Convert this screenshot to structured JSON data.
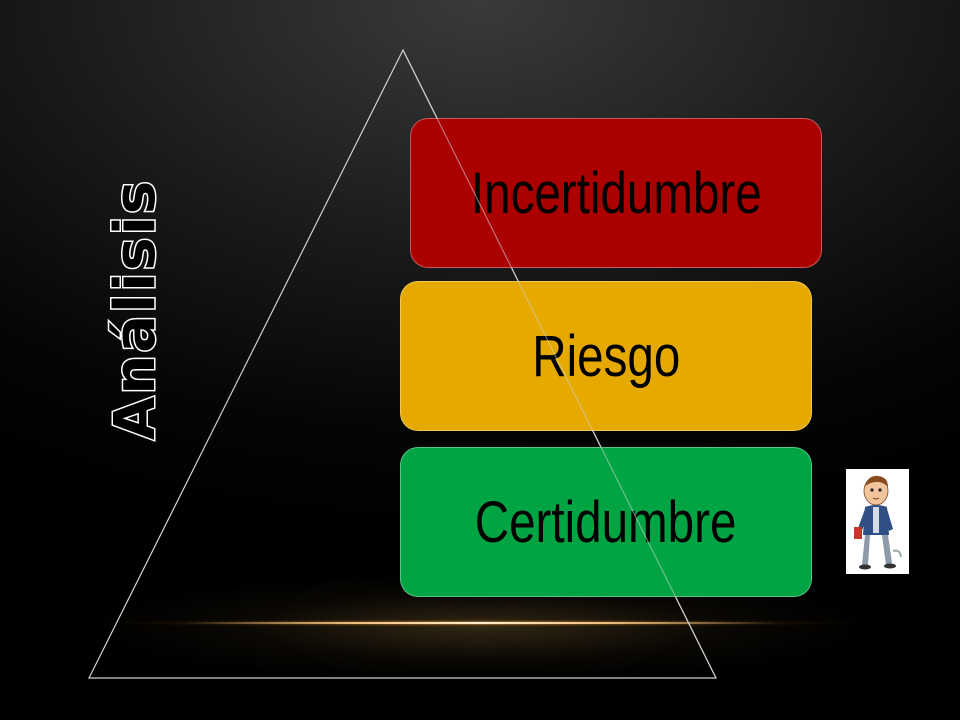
{
  "diagram": {
    "vertical_label": "Análisis",
    "levels": [
      {
        "label": "Incertidumbre",
        "color": "#aa0000"
      },
      {
        "label": "Riesgo",
        "color": "#e6a900"
      },
      {
        "label": "Certidumbre",
        "color": "#00a443"
      }
    ],
    "figure_icon": "person-walking-clipart"
  }
}
